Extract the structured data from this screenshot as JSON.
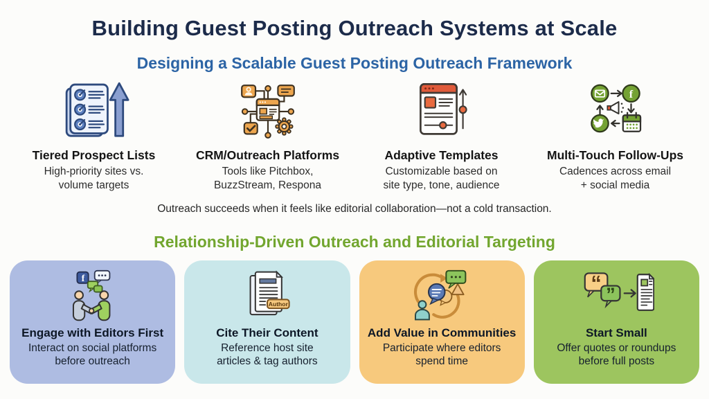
{
  "title": "Building Guest Posting Outreach Systems at Scale",
  "framework": {
    "heading": "Designing a Scalable Guest Posting Outreach Framework",
    "items": [
      {
        "icon": "tiered-list-icon",
        "title": "Tiered Prospect Lists",
        "desc1": "High-priority sites vs.",
        "desc2": "volume targets"
      },
      {
        "icon": "crm-network-icon",
        "title": "CRM/Outreach Platforms",
        "desc1": "Tools like Pitchbox,",
        "desc2": "BuzzStream, Respona"
      },
      {
        "icon": "adaptive-template-icon",
        "title": "Adaptive Templates",
        "desc1": "Customizable based on",
        "desc2": "site type, tone, audience"
      },
      {
        "icon": "multi-touch-icon",
        "title": "Multi-Touch Follow-Ups",
        "desc1": "Cadences across email",
        "desc2": "+ social media"
      }
    ],
    "note": "Outreach succeeds when it feels like editorial collaboration—not a cold transaction."
  },
  "relationship": {
    "heading": "Relationship-Driven Outreach and Editorial Targeting",
    "cards": [
      {
        "icon": "handshake-social-icon",
        "title": "Engage with Editors First",
        "desc1": "Interact on social platforms",
        "desc2": "before outreach",
        "bg": "#aebce2"
      },
      {
        "icon": "cited-document-icon",
        "title": "Cite Their Content",
        "desc1": "Reference host site",
        "desc2": "articles & tag authors",
        "bg": "#c9e7ea"
      },
      {
        "icon": "community-chat-icon",
        "title": "Add Value in Communities",
        "desc1": "Participate where editors",
        "desc2": "spend time",
        "bg": "#f7c97d"
      },
      {
        "icon": "quote-to-post-icon",
        "title": "Start Small",
        "desc1": "Offer quotes or roundups",
        "desc2": "before full posts",
        "bg": "#9dc55f"
      }
    ]
  },
  "icons": {
    "author_tag": "Author",
    "facebook_f": "f",
    "open_quote": "“",
    "close_quote": "”"
  },
  "colors": {
    "title": "#1c2b4a",
    "framework_heading": "#2c64a5",
    "relationship_heading": "#72a62f",
    "card_blue": "#aebce2",
    "card_teal": "#c9e7ea",
    "card_amber": "#f7c97d",
    "card_green": "#9dc55f"
  }
}
